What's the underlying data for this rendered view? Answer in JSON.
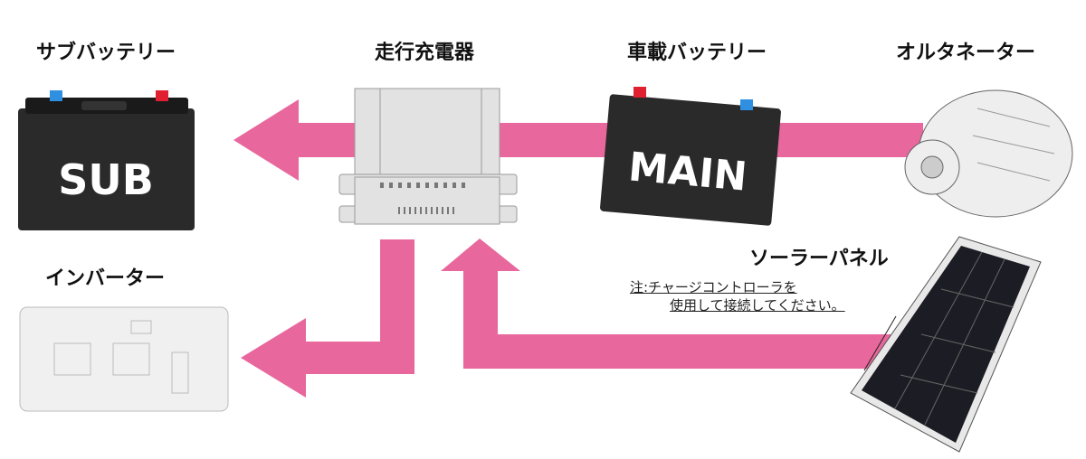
{
  "labels": {
    "sub_battery": "サブバッテリー",
    "charger": "走行充電器",
    "main_battery": "車載バッテリー",
    "alternator": "オルタネーター",
    "inverter": "インバーター",
    "solar_panel": "ソーラーパネル"
  },
  "battery_text": {
    "sub": "SUB",
    "main": "MAIN"
  },
  "note": {
    "line1": "注:チャージコントローラを",
    "line2": "使用して接続してください。"
  },
  "colors": {
    "arrow": "#E8679C",
    "battery": "#2a2a2a",
    "device": "#e2e2e2"
  }
}
